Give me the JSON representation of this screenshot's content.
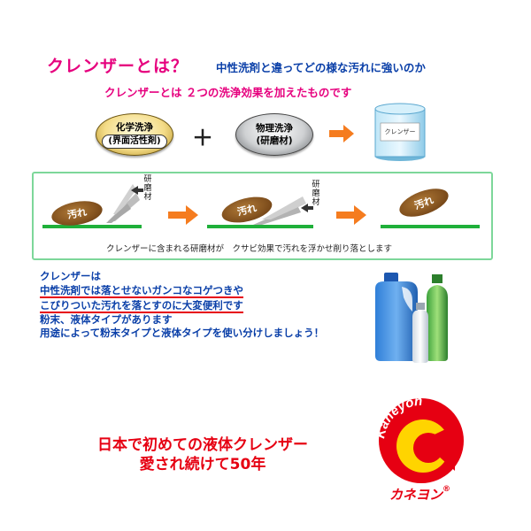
{
  "header": {
    "title": "クレンザーとは？",
    "subtitle": "中性洗剤と違ってどの様な汚れに強いのか",
    "lead": "クレンザーとは ２つの洗浄効果を加えたものです"
  },
  "formula": {
    "chemical": {
      "line1": "化学洗浄",
      "line2": "(界面活性剤)"
    },
    "plus": "＋",
    "physical": {
      "line1": "物理洗浄",
      "line2": "(研磨材)"
    },
    "product_label": "クレンザー"
  },
  "diagram": {
    "stain_label": "汚れ",
    "abrasive_label": "研磨材",
    "caption": "クレンザーに含まれる研磨材が　クサビ効果で汚れを浮かせ削り落とします"
  },
  "body": {
    "line1": "クレンザーは",
    "line2": "中性洗剤では落とせないガンコなコゲつきや",
    "line3": "こびりついた汚れを落とすのに大変便利です",
    "line4": "粉末、液体タイプがあります",
    "line5": "用途によって粉末タイプと液体タイプを使い分けしましょう！"
  },
  "slogan": {
    "line1": "日本で初めての液体クレンザー",
    "line2": "愛され続けて50年"
  },
  "logo": {
    "roman": "Kaneyon",
    "katakana": "カネヨン",
    "registered": "®"
  },
  "colors": {
    "pink": "#e6007e",
    "blue": "#0a3fa8",
    "red": "#e60012",
    "orange": "#f57c1f",
    "green": "#1fb03a",
    "yellow": "#ffd400"
  }
}
